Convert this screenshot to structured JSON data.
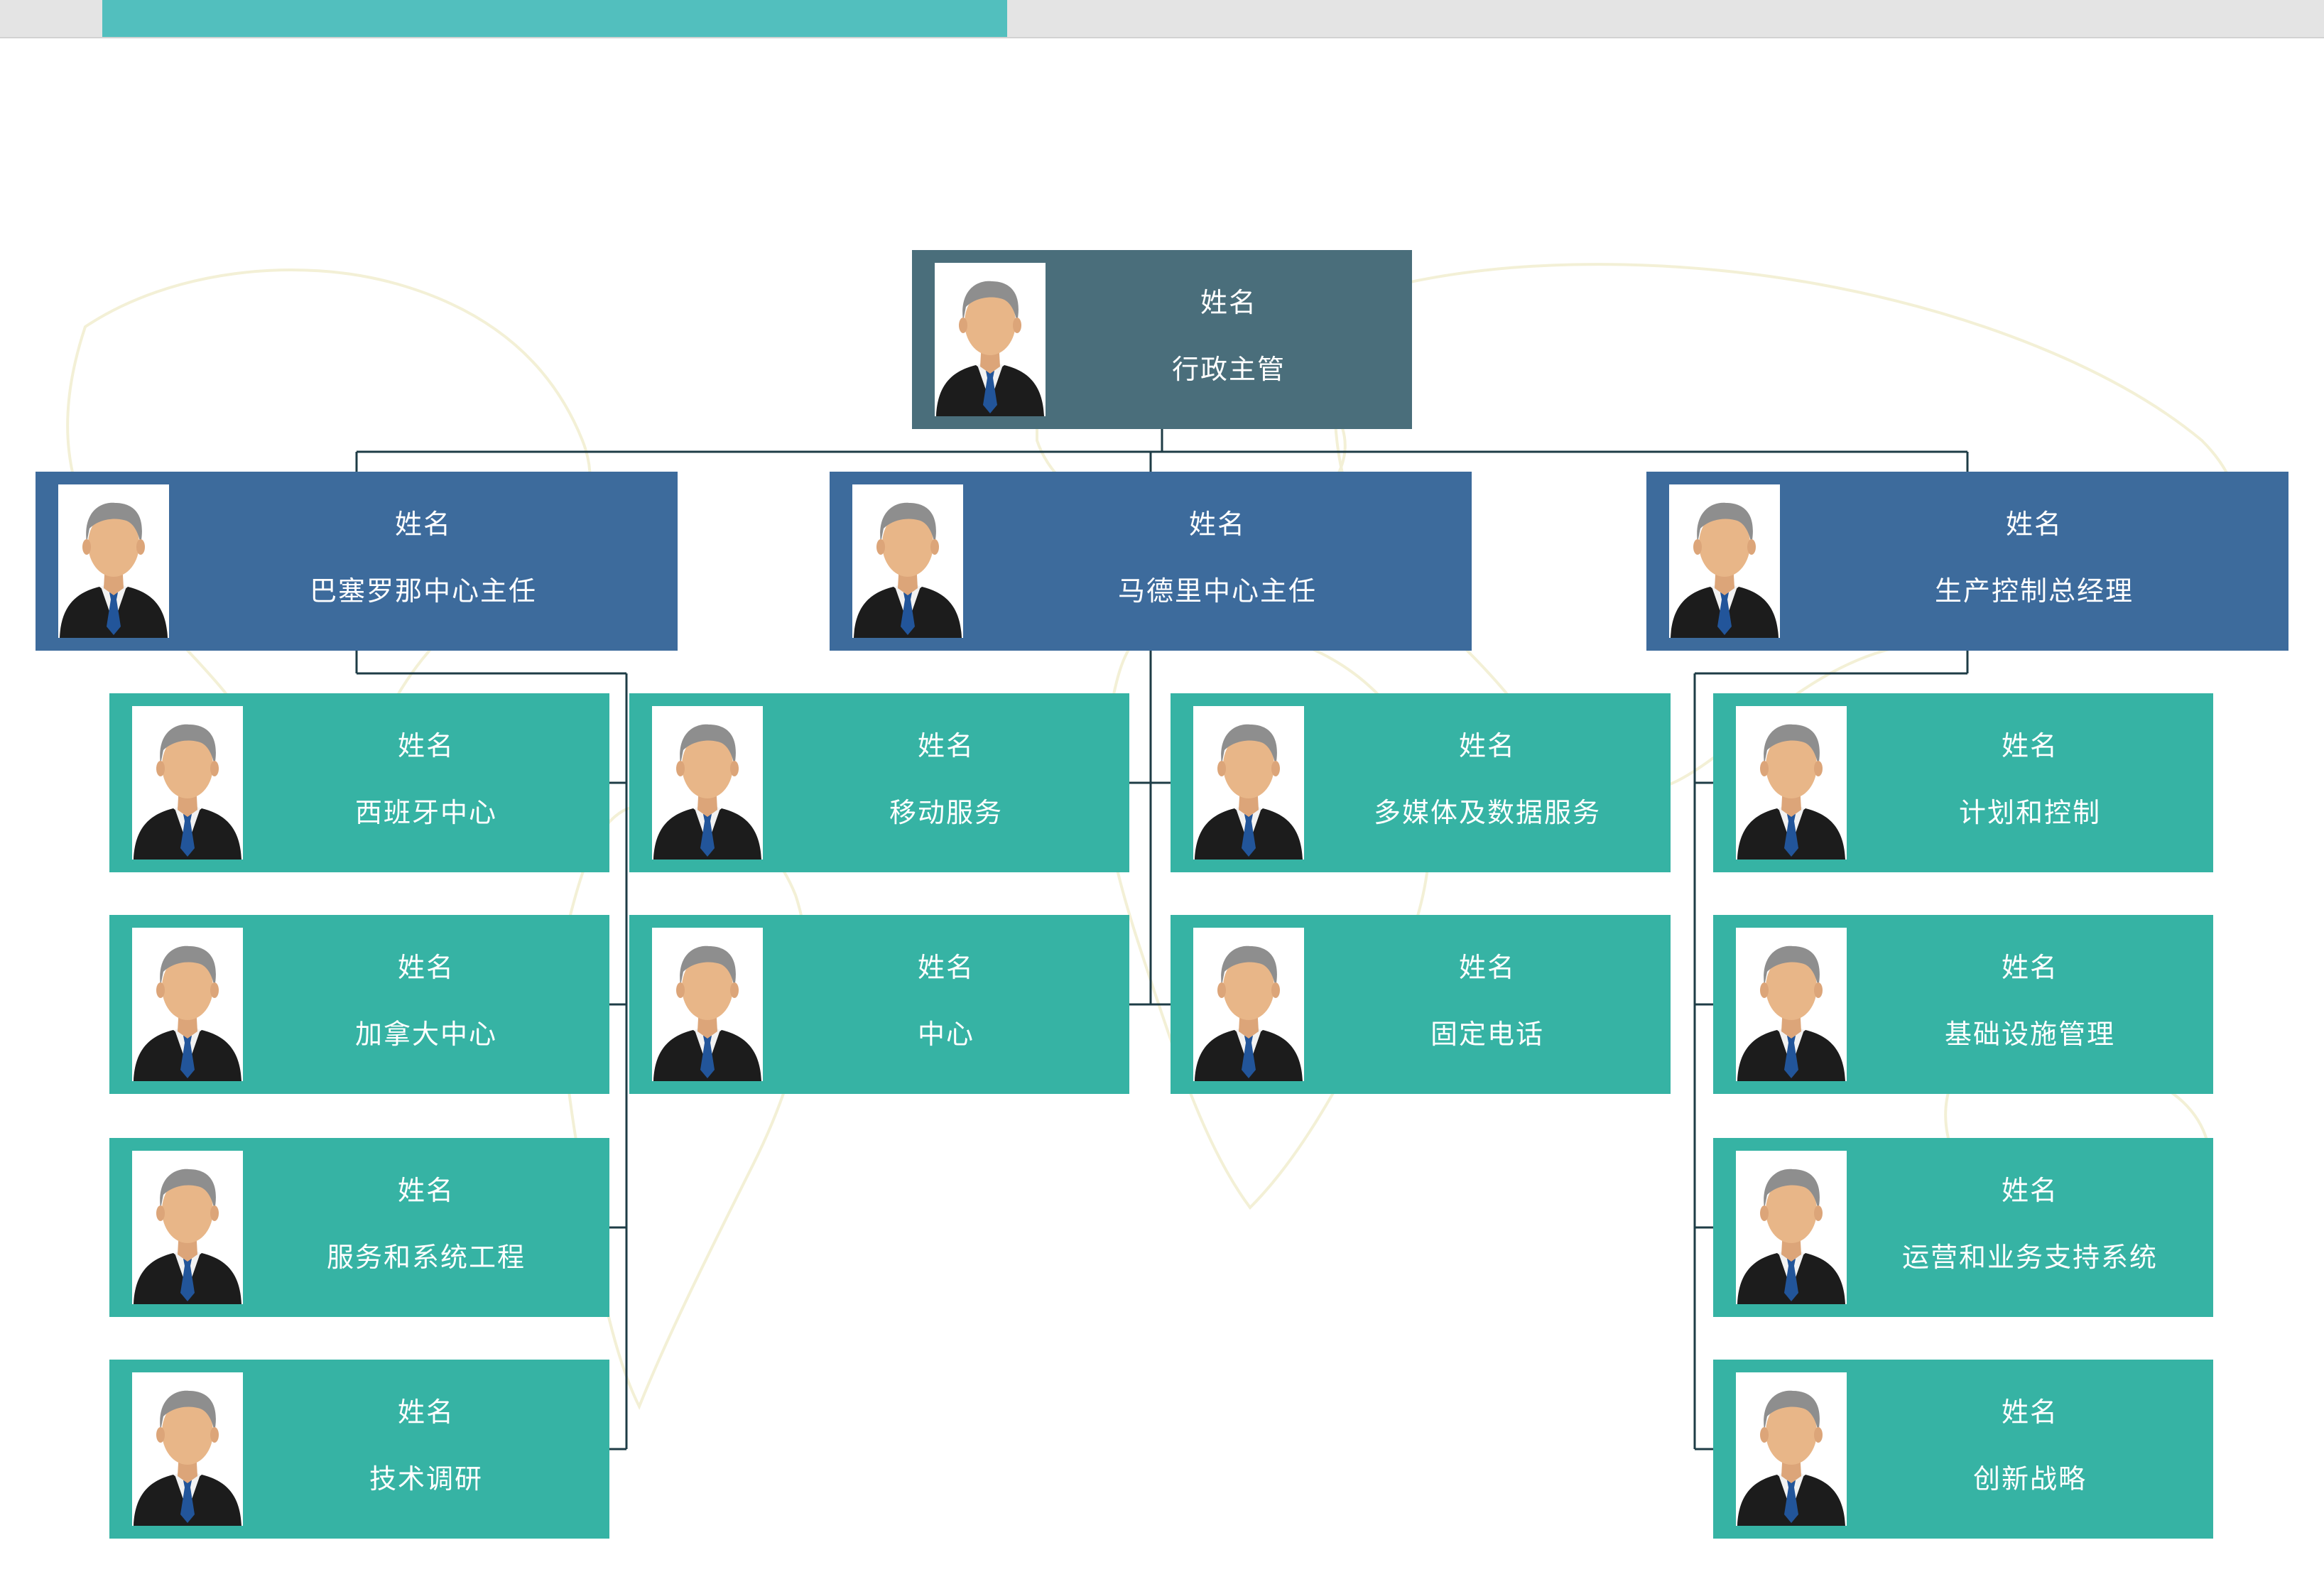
{
  "colors": {
    "executive": "#4a6e7b",
    "director": "#3d6b9c",
    "team": "#36b3a4",
    "connector": "#1e3c46",
    "topbar_accent": "#52bfbe"
  },
  "org_chart": {
    "executive": {
      "name": "姓名",
      "title": "行政主管"
    },
    "directors": [
      {
        "name": "姓名",
        "title": "巴塞罗那中心主任"
      },
      {
        "name": "姓名",
        "title": "马德里中心主任"
      },
      {
        "name": "姓名",
        "title": "生产控制总经理"
      }
    ],
    "barcelona_units": [
      {
        "name": "姓名",
        "title": "西班牙中心"
      },
      {
        "name": "姓名",
        "title": "加拿大中心"
      },
      {
        "name": "姓名",
        "title": "服务和系统工程"
      },
      {
        "name": "姓名",
        "title": "技术调研"
      }
    ],
    "madrid_units": [
      {
        "name": "姓名",
        "title": "移动服务"
      },
      {
        "name": "姓名",
        "title": "中心"
      },
      {
        "name": "姓名",
        "title": "多媒体及数据服务"
      },
      {
        "name": "姓名",
        "title": "固定电话"
      }
    ],
    "production_units": [
      {
        "name": "姓名",
        "title": "计划和控制"
      },
      {
        "name": "姓名",
        "title": "基础设施管理"
      },
      {
        "name": "姓名",
        "title": "运营和业务支持系统"
      },
      {
        "name": "姓名",
        "title": "创新战略"
      }
    ]
  }
}
